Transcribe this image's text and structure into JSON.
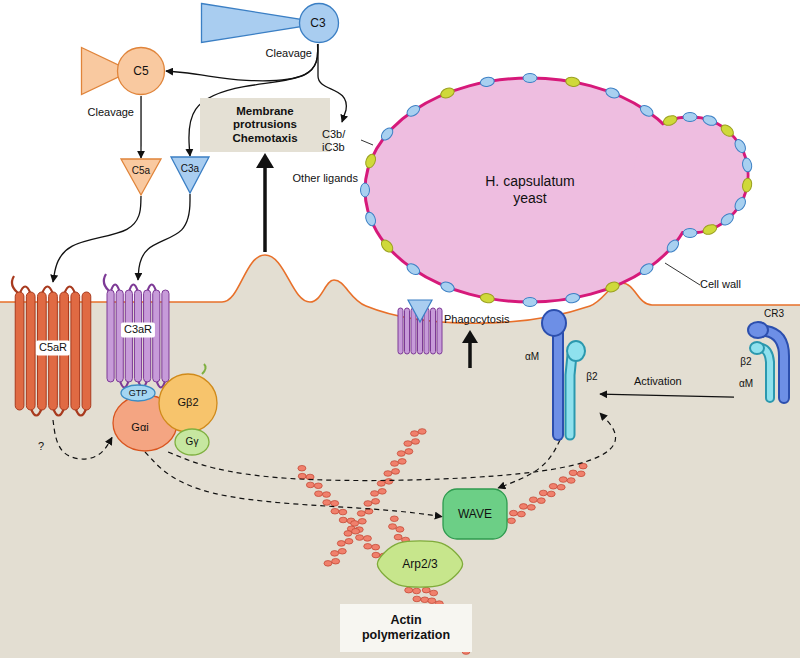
{
  "diagram": {
    "nodes": [
      {
        "text": [
          "C3"
        ]
      },
      {
        "text": [
          "C5"
        ]
      },
      {
        "text": [
          "C5a"
        ]
      },
      {
        "text": [
          "C3a"
        ]
      },
      {
        "text": [
          "H. capsulatum yeast"
        ]
      },
      {
        "text": [
          "Membrane protrusions Chemotaxis"
        ]
      },
      {
        "text": [
          "C5aR"
        ]
      },
      {
        "text": [
          "C3aR"
        ]
      },
      {
        "text": [
          "Gαi"
        ]
      },
      {
        "text": [
          "GTP"
        ]
      },
      {
        "text": [
          "Gβ2"
        ]
      },
      {
        "text": [
          "Gγ"
        ]
      },
      {
        "text": [
          "WAVE"
        ]
      },
      {
        "text": [
          "Arp2/3"
        ]
      },
      {
        "text": [
          "Actin polymerization"
        ]
      },
      {
        "text": [
          "αM",
          "β2"
        ]
      },
      {
        "text": [
          "CR3",
          "β2",
          "αM"
        ]
      }
    ],
    "edges": [
      {
        "from": 0,
        "to": 1,
        "arrow": "to"
      },
      {
        "from": 0,
        "to": 3,
        "arrow": "to"
      },
      {
        "from": 1,
        "to": 2,
        "arrow": "to"
      },
      {
        "from": 2,
        "to": 6,
        "arrow": "to"
      },
      {
        "from": 3,
        "to": 7,
        "arrow": "to"
      },
      {
        "from": 6,
        "to": 8,
        "label": "?",
        "arrow": "to"
      },
      {
        "from": 8,
        "to": 12,
        "arrow": "to"
      },
      {
        "from": 8,
        "to": 15,
        "arrow": "to"
      },
      {
        "from": 15,
        "to": 12,
        "arrow": "to"
      },
      {
        "from": 16,
        "to": 15,
        "label": "Activation",
        "arrow": "to"
      }
    ],
    "labels": [
      "Cleavage",
      "Cleavage",
      "C3b/ iC3b",
      "Other ligands",
      "Cell wall",
      "Phagocytosis"
    ]
  }
}
